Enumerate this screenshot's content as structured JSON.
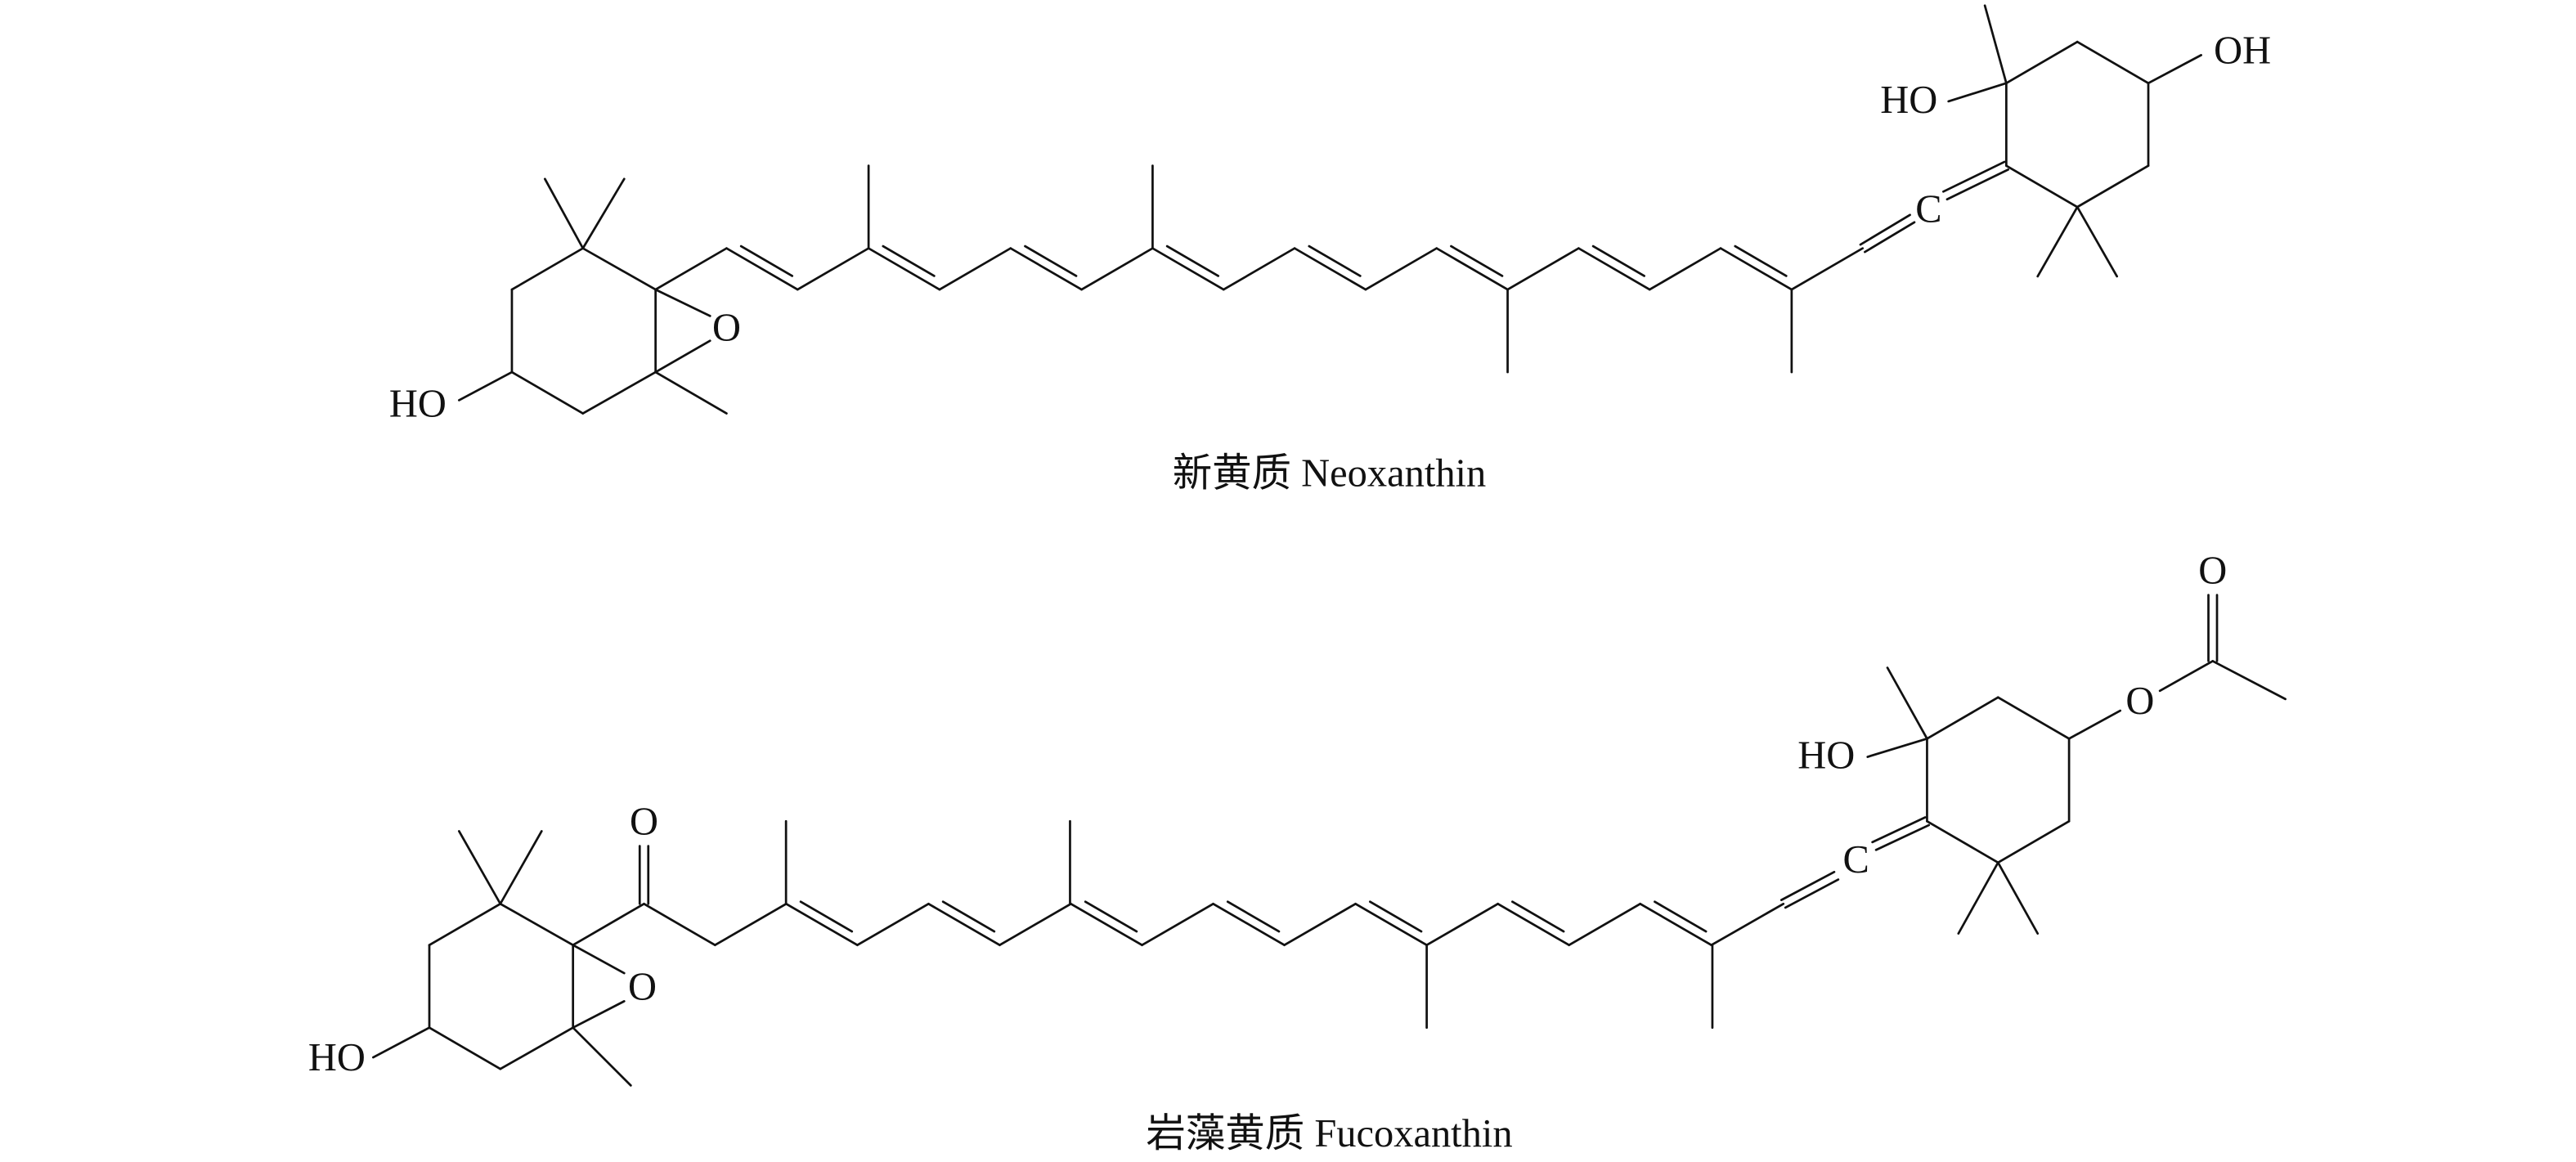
{
  "molecules": [
    {
      "name": "Neoxanthin",
      "caption": "新黄质 Neoxanthin",
      "atom_labels": {
        "ho_left": "HO",
        "epoxide_o": "O",
        "allene_c": "C",
        "ho_ring": "HO",
        "oh_ring": "OH"
      }
    },
    {
      "name": "Fucoxanthin",
      "caption": "岩藻黄质 Fucoxanthin",
      "atom_labels": {
        "ho_left": "HO",
        "epoxide_o": "O",
        "keto_o": "O",
        "allene_c": "C",
        "ho_ring": "HO",
        "ester_o": "O",
        "acetyl_o": "O"
      }
    }
  ]
}
